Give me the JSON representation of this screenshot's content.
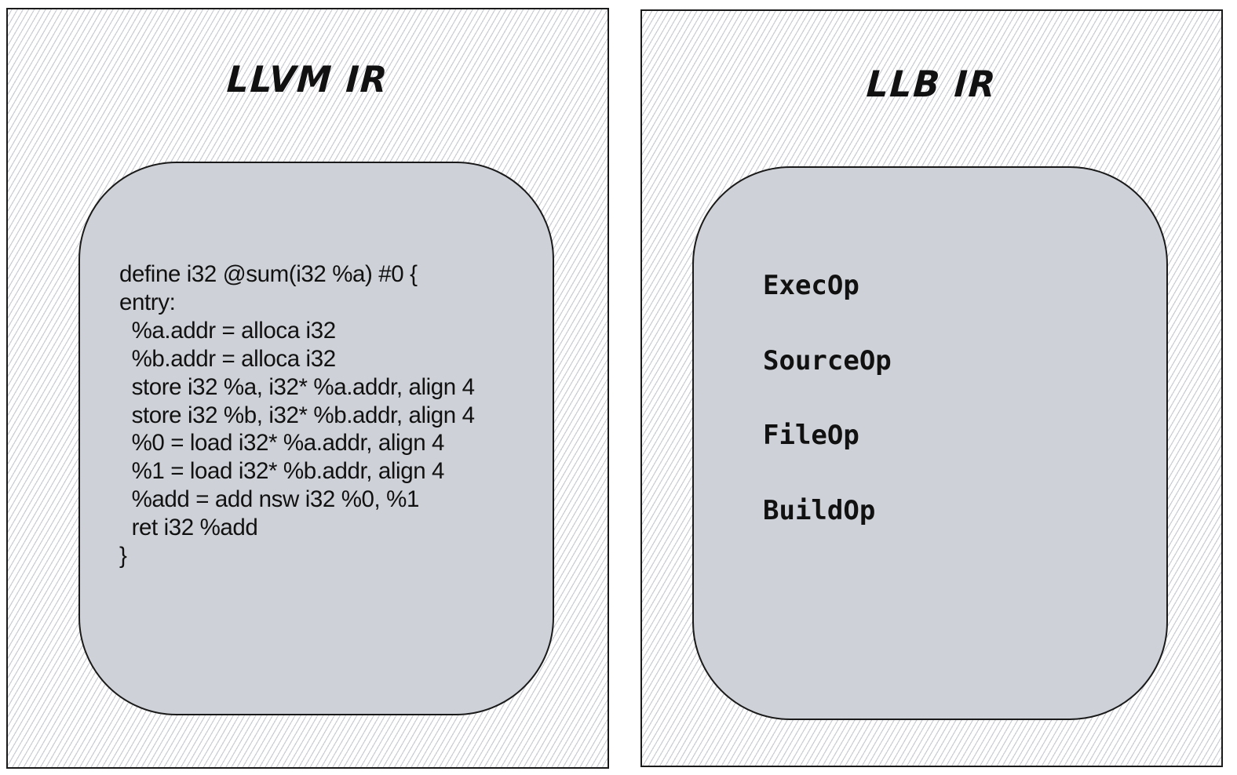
{
  "diagram": {
    "panels": [
      {
        "title": "LLVM IR",
        "code_lines": [
          "define i32 @sum(i32 %a) #0 {",
          "entry:",
          "  %a.addr = alloca i32",
          "  %b.addr = alloca i32",
          "  store i32 %a, i32* %a.addr, align 4",
          "  store i32 %b, i32* %b.addr, align 4",
          "  %0 = load i32* %a.addr, align 4",
          "  %1 = load i32* %b.addr, align 4",
          "  %add = add nsw i32 %0, %1",
          "  ret i32 %add",
          "}"
        ]
      },
      {
        "title": "LLB IR",
        "ops": [
          "ExecOp",
          "SourceOp",
          "FileOp",
          "BuildOp"
        ]
      }
    ],
    "colors": {
      "stroke": "#1a1a1a",
      "inner_fill": "#ced2d8",
      "hatch": "#c9ccd2",
      "text": "#111111"
    }
  }
}
